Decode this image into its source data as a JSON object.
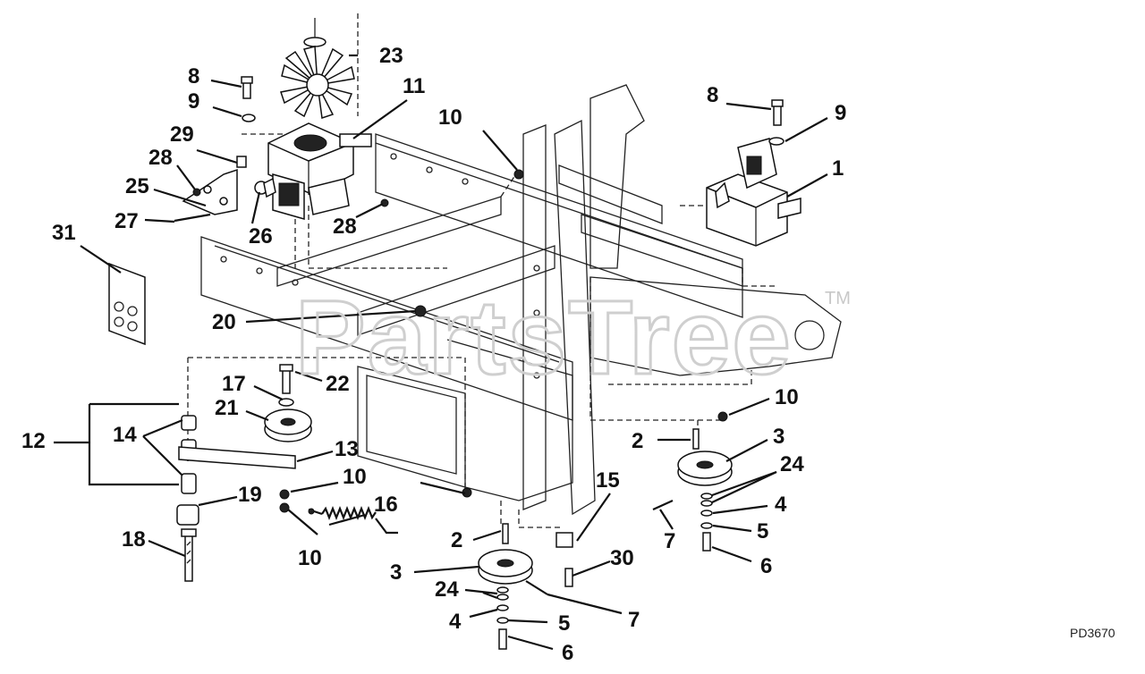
{
  "diagram": {
    "watermark": "PartsTree",
    "watermark_tm": "TM",
    "diagram_id": "PD3670",
    "callouts": [
      "23",
      "8",
      "11",
      "9",
      "29",
      "28",
      "25",
      "27",
      "26",
      "28",
      "31",
      "10",
      "8",
      "9",
      "1",
      "20",
      "17",
      "22",
      "21",
      "10",
      "12",
      "14",
      "13",
      "10",
      "19",
      "16",
      "10",
      "18",
      "2",
      "3",
      "24",
      "4",
      "5",
      "6",
      "7",
      "2",
      "15",
      "30",
      "3",
      "24",
      "4",
      "5",
      "6",
      "7"
    ]
  }
}
